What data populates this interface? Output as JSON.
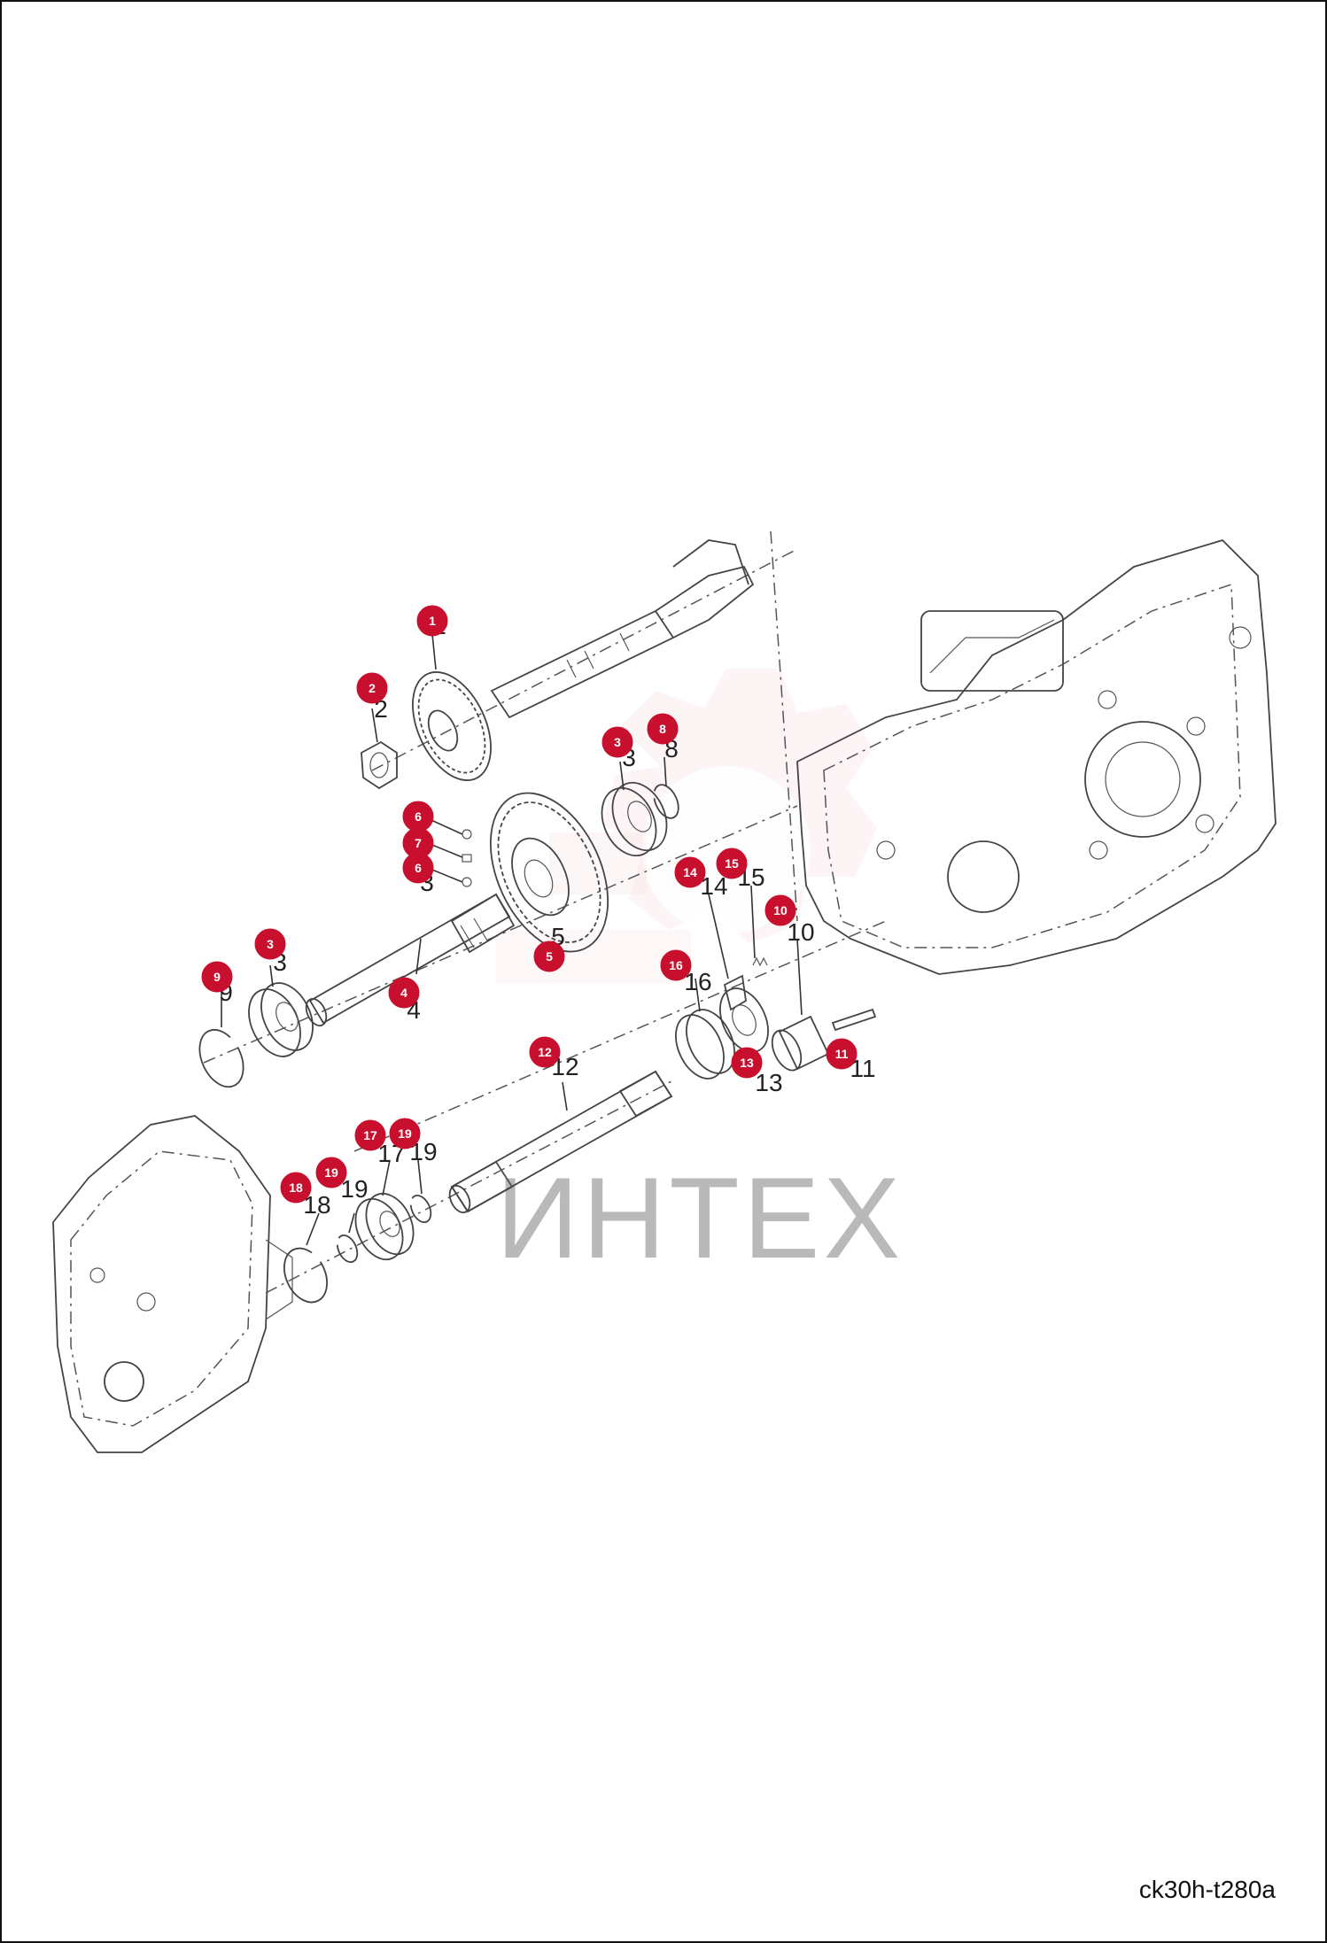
{
  "diagram": {
    "code": "ck30h-t280a",
    "watermark": "ИНТЕХ",
    "callouts": [
      {
        "label": "1"
      },
      {
        "label": "2"
      },
      {
        "label": "3"
      },
      {
        "label": "8"
      },
      {
        "label": "6"
      },
      {
        "label": "7"
      },
      {
        "label": "6"
      },
      {
        "label": "3"
      },
      {
        "label": "9"
      },
      {
        "label": "4"
      },
      {
        "label": "5"
      },
      {
        "label": "14"
      },
      {
        "label": "15"
      },
      {
        "label": "10"
      },
      {
        "label": "16"
      },
      {
        "label": "13"
      },
      {
        "label": "11"
      },
      {
        "label": "12"
      },
      {
        "label": "17"
      },
      {
        "label": "19"
      },
      {
        "label": "18"
      },
      {
        "label": "19"
      }
    ],
    "part_numbers": [
      {
        "label": "1"
      },
      {
        "label": "2"
      },
      {
        "label": "3"
      },
      {
        "label": "8"
      },
      {
        "label": "3"
      },
      {
        "label": "9"
      },
      {
        "label": "3"
      },
      {
        "label": "4"
      },
      {
        "label": "5"
      },
      {
        "label": "14"
      },
      {
        "label": "15"
      },
      {
        "label": "10"
      },
      {
        "label": "16"
      },
      {
        "label": "13"
      },
      {
        "label": "11"
      },
      {
        "label": "12"
      },
      {
        "label": "17"
      },
      {
        "label": "19"
      },
      {
        "label": "18"
      },
      {
        "label": "19"
      }
    ],
    "callout_color": "#c8102e",
    "watermark_color": "#f2b8bd"
  }
}
